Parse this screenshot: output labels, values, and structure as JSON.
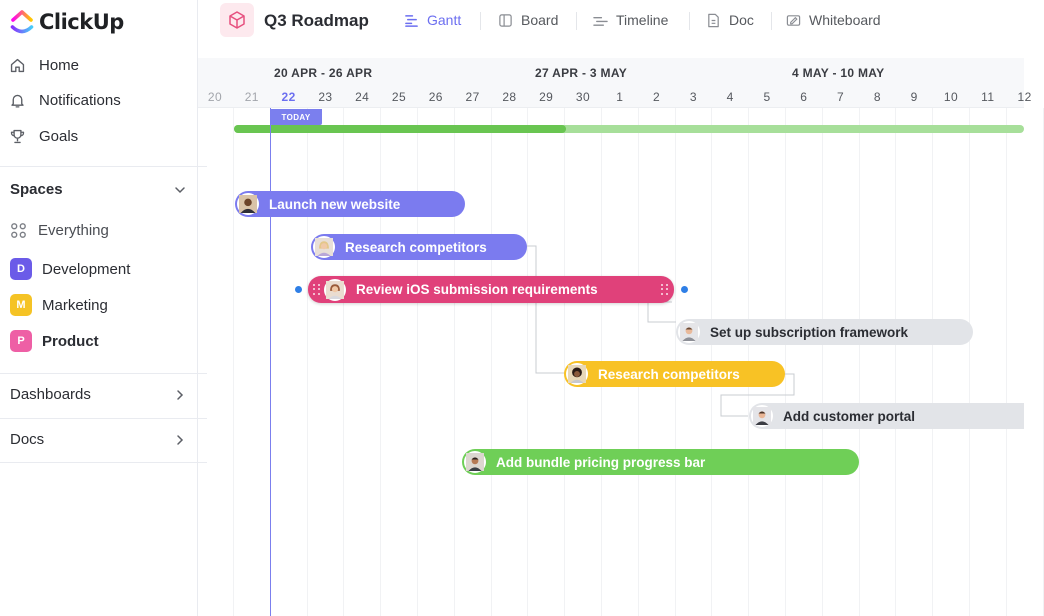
{
  "app": {
    "name": "ClickUp"
  },
  "sidebar": {
    "nav": [
      {
        "label": "Home",
        "icon": "home-icon"
      },
      {
        "label": "Notifications",
        "icon": "bell-icon"
      },
      {
        "label": "Goals",
        "icon": "trophy-icon"
      }
    ],
    "spaces_label": "Spaces",
    "everything_label": "Everything",
    "spaces": [
      {
        "badge": "D",
        "label": "Development",
        "color": "#6b5be8"
      },
      {
        "badge": "M",
        "label": "Marketing",
        "color": "#f5c325"
      },
      {
        "badge": "P",
        "label": "Product",
        "color": "#ee5fa5"
      }
    ],
    "dashboards_label": "Dashboards",
    "docs_label": "Docs"
  },
  "header": {
    "project_title": "Q3 Roadmap",
    "project_icon": "cube-icon",
    "tabs": [
      {
        "label": "Gantt",
        "icon": "gantt-icon",
        "active": true
      },
      {
        "label": "Board",
        "icon": "board-icon",
        "active": false
      },
      {
        "label": "Timeline",
        "icon": "timeline-icon",
        "active": false
      },
      {
        "label": "Doc",
        "icon": "doc-icon",
        "active": false
      },
      {
        "label": "Whiteboard",
        "icon": "whiteboard-icon",
        "active": false
      }
    ]
  },
  "gantt": {
    "weeks": [
      "20 APR - 26 APR",
      "27 APR - 3 MAY",
      "4 MAY - 10 MAY"
    ],
    "days": [
      "20",
      "21",
      "22",
      "23",
      "24",
      "25",
      "26",
      "27",
      "28",
      "29",
      "30",
      "1",
      "2",
      "3",
      "4",
      "5",
      "6",
      "7",
      "8",
      "9",
      "10",
      "11",
      "12"
    ],
    "today_label": "TODAY",
    "today_day": "22",
    "overall_progress": 0.42,
    "colors": {
      "purple": "#7b7bef",
      "pink": "#e0417a",
      "yellow": "#f8c225",
      "green": "#6fcf57",
      "gray": "#e2e4e8",
      "accent": "#6c6ff0"
    },
    "tasks": [
      {
        "label": "Launch new website",
        "color": "#7b7bef"
      },
      {
        "label": "Research competitors",
        "color": "#7b7bef"
      },
      {
        "label": "Review iOS submission requirements",
        "color": "#e0417a"
      },
      {
        "label": "Set up subscription framework",
        "color": "#e2e4e8"
      },
      {
        "label": "Research competitors",
        "color": "#f8c225"
      },
      {
        "label": "Add customer portal",
        "color": "#e2e4e8"
      },
      {
        "label": "Add bundle pricing progress bar",
        "color": "#6fcf57"
      }
    ]
  }
}
